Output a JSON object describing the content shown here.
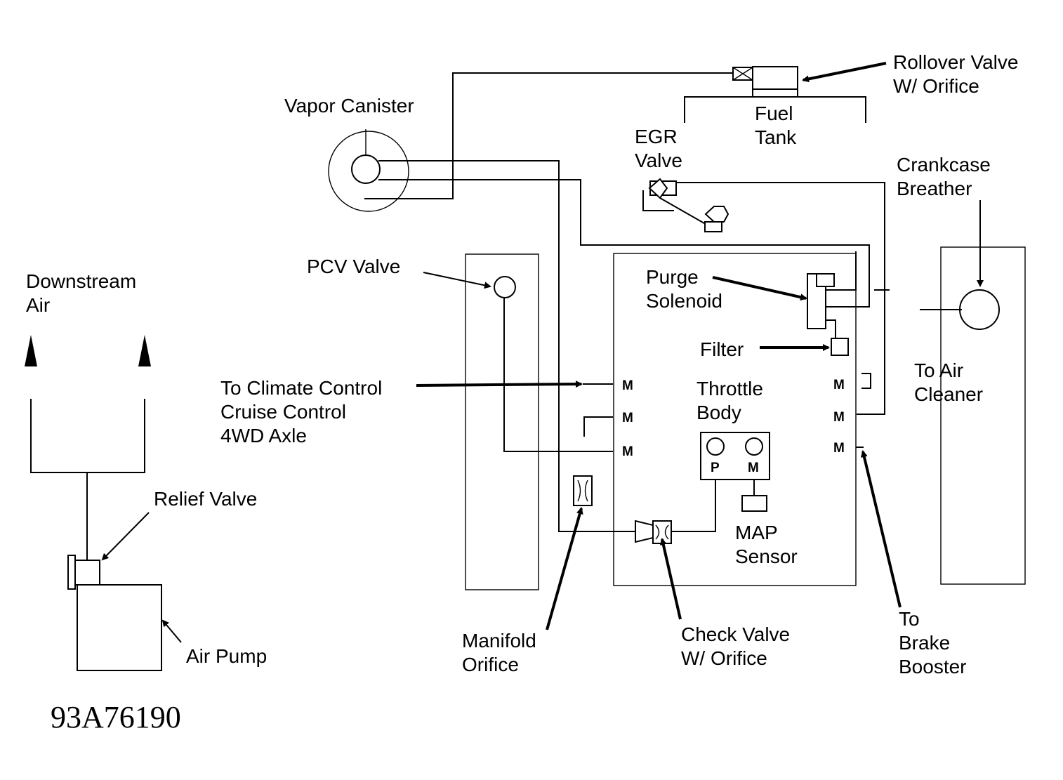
{
  "labels": {
    "vapor_canister": [
      "Vapor Canister"
    ],
    "rollover_valve": [
      "Rollover Valve",
      "W/ Orifice"
    ],
    "fuel_tank": [
      "Fuel",
      "Tank"
    ],
    "egr_valve": [
      "EGR",
      "Valve"
    ],
    "crankcase_breather": [
      "Crankcase",
      "Breather"
    ],
    "pcv_valve": [
      "PCV Valve"
    ],
    "downstream_air": [
      "Downstream",
      "Air"
    ],
    "purge_solenoid": [
      "Purge",
      "Solenoid"
    ],
    "filter": [
      "Filter"
    ],
    "to_air_cleaner": [
      "To Air",
      "Cleaner"
    ],
    "to_climate_control": [
      "To Climate Control",
      "Cruise Control",
      "4WD Axle"
    ],
    "throttle_body": [
      "Throttle",
      "Body"
    ],
    "relief_valve": [
      "Relief Valve"
    ],
    "map_sensor": [
      "MAP",
      "Sensor"
    ],
    "air_pump": [
      "Air Pump"
    ],
    "manifold_orifice": [
      "Manifold",
      "Orifice"
    ],
    "check_valve": [
      "Check Valve",
      "W/ Orifice"
    ],
    "to_brake_booster": [
      "To",
      "Brake",
      "Booster"
    ]
  },
  "port_marker": "M",
  "pressure_marker": "P",
  "figure_code": "93A76190"
}
